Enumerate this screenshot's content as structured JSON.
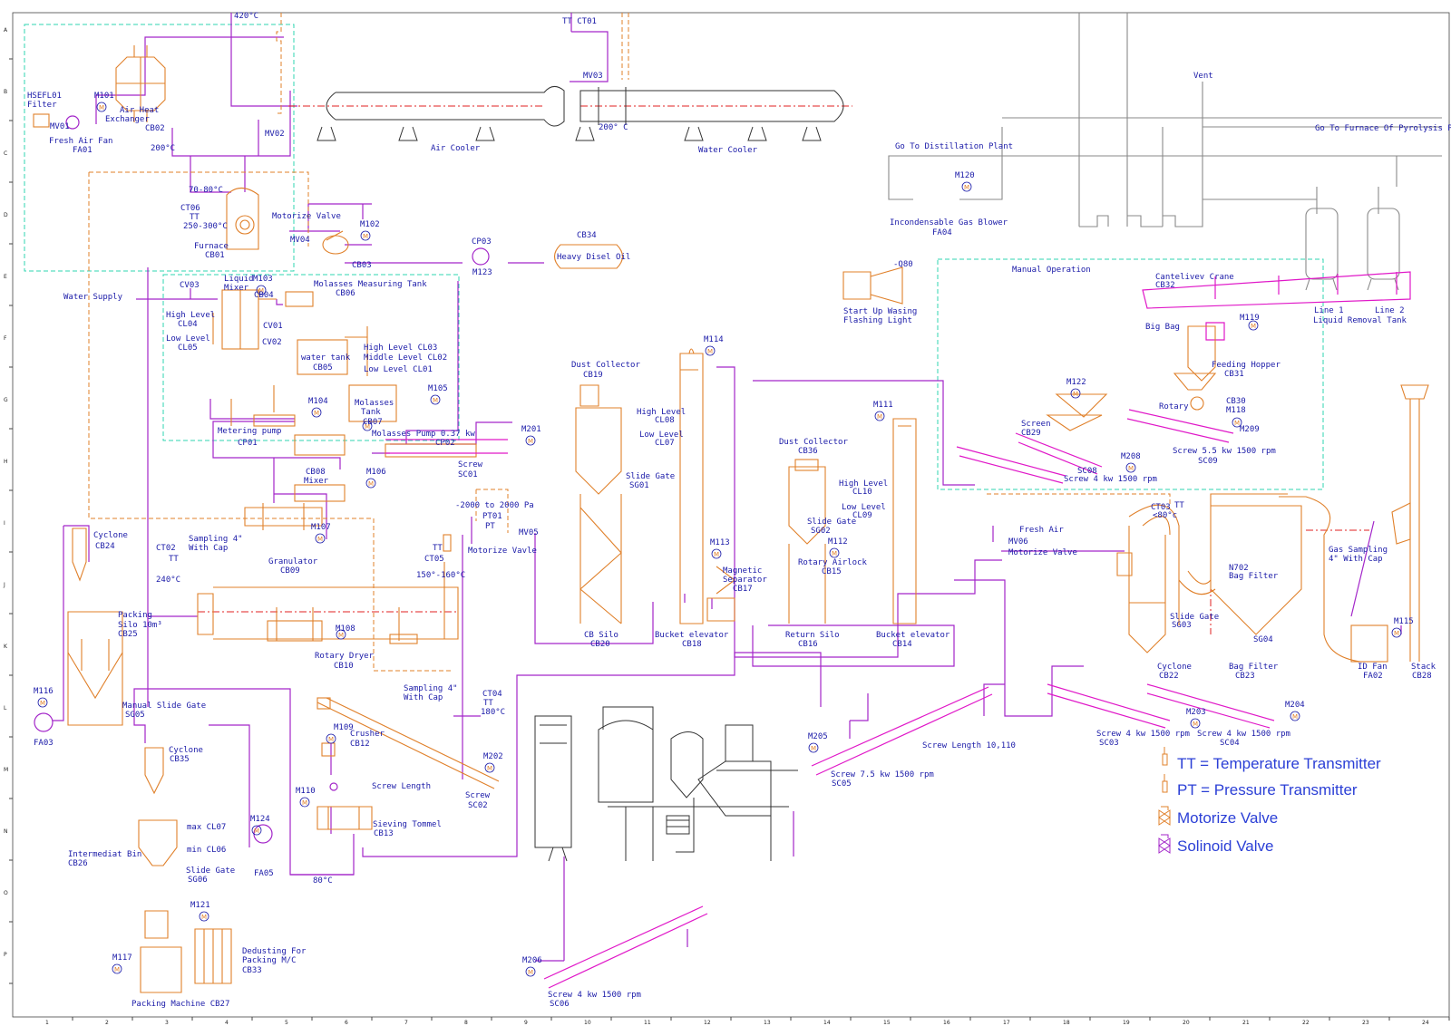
{
  "colors": {
    "process_line": "#a326c9",
    "equipment": "#e0802a",
    "gas_line": "#8a8a8a",
    "screw": "#e018c8",
    "group_boundary": "#2fd6b0",
    "label": "#1a1aa8",
    "legend": "#2b3fd6"
  },
  "ruler": {
    "rows": [
      "A",
      "B",
      "C",
      "D",
      "E",
      "F",
      "G",
      "H",
      "I",
      "J",
      "K",
      "L",
      "M",
      "N",
      "O",
      "P"
    ],
    "cols": [
      "1",
      "2",
      "3",
      "4",
      "5",
      "6",
      "7",
      "8",
      "9",
      "10",
      "11",
      "12",
      "13",
      "14",
      "15",
      "16",
      "17",
      "18",
      "19",
      "20",
      "21",
      "22",
      "23",
      "24"
    ]
  },
  "legend": {
    "tt": "TT = Temperature Transmitter",
    "pt": "PT = Pressure Transmitter",
    "mv": "Motorize Valve",
    "sv": "Solinoid Valve"
  },
  "labels": [
    {
      "id": "t420",
      "text": "420°C"
    },
    {
      "id": "hsefl",
      "text": "HSEFL01"
    },
    {
      "id": "filter",
      "text": "Filter"
    },
    {
      "id": "mv01",
      "text": "MV01"
    },
    {
      "id": "m101",
      "text": "M101"
    },
    {
      "id": "ahe1",
      "text": "Air Heat"
    },
    {
      "id": "ahe2",
      "text": "Exchanger"
    },
    {
      "id": "cb02",
      "text": "CB02"
    },
    {
      "id": "faf",
      "text": "Fresh Air Fan"
    },
    {
      "id": "fa01",
      "text": "FA01"
    },
    {
      "id": "t200",
      "text": "200°C"
    },
    {
      "id": "mv02",
      "text": "MV02"
    },
    {
      "id": "aircooler",
      "text": "Air Cooler"
    },
    {
      "id": "ttct01",
      "text": "TT CT01"
    },
    {
      "id": "mv03",
      "text": "MV03"
    },
    {
      "id": "t200b",
      "text": "200° C"
    },
    {
      "id": "watercooler",
      "text": "Water Cooler"
    },
    {
      "id": "vent",
      "text": "Vent"
    },
    {
      "id": "gofurnace",
      "text": "Go To Furnace Of Pyrolysis Plant"
    },
    {
      "id": "godist",
      "text": "Go To Distillation Plant"
    },
    {
      "id": "m120",
      "text": "M120"
    },
    {
      "id": "incond",
      "text": "Incondensable Gas Blower"
    },
    {
      "id": "fa04",
      "text": "FA04"
    },
    {
      "id": "t7080",
      "text": "70-80°C"
    },
    {
      "id": "ct06",
      "text": "CT06"
    },
    {
      "id": "tt1",
      "text": "TT"
    },
    {
      "id": "t250",
      "text": "250-300°C"
    },
    {
      "id": "motv",
      "text": "Motorize Valve"
    },
    {
      "id": "mv04",
      "text": "MV04"
    },
    {
      "id": "furnace",
      "text": "Furnace"
    },
    {
      "id": "cb01",
      "text": "CB01"
    },
    {
      "id": "m102",
      "text": "M102"
    },
    {
      "id": "cb03",
      "text": "CB03"
    },
    {
      "id": "cp03",
      "text": "CP03"
    },
    {
      "id": "m123",
      "text": "M123"
    },
    {
      "id": "cb34",
      "text": "CB34"
    },
    {
      "id": "hdo",
      "text": "Heavy Disel Oil"
    },
    {
      "id": "q80",
      "text": "-Q80"
    },
    {
      "id": "startup1",
      "text": "Start Up Wasing"
    },
    {
      "id": "startup2",
      "text": "Flashing Light"
    },
    {
      "id": "manop",
      "text": "Manual Operation"
    },
    {
      "id": "crane",
      "text": "Cantelivev Crane"
    },
    {
      "id": "cb32",
      "text": "CB32"
    },
    {
      "id": "bigbag",
      "text": "Big Bag"
    },
    {
      "id": "m119",
      "text": "M119"
    },
    {
      "id": "line1",
      "text": "Line 1"
    },
    {
      "id": "line2",
      "text": "Line 2"
    },
    {
      "id": "lrt",
      "text": "Liquid Removal Tank"
    },
    {
      "id": "watersup",
      "text": "Water Supply"
    },
    {
      "id": "cv03",
      "text": "CV03"
    },
    {
      "id": "liqmix1",
      "text": "Liquid"
    },
    {
      "id": "liqmix2",
      "text": "Mixer"
    },
    {
      "id": "m103",
      "text": "M103"
    },
    {
      "id": "cb04",
      "text": "CB04"
    },
    {
      "id": "molmeas",
      "text": "Molasses Measuring Tank"
    },
    {
      "id": "cb06",
      "text": "CB06"
    },
    {
      "id": "hl",
      "text": "High Level"
    },
    {
      "id": "cl04",
      "text": "CL04"
    },
    {
      "id": "cv01",
      "text": "CV01"
    },
    {
      "id": "ll",
      "text": "Low Level"
    },
    {
      "id": "cl05",
      "text": "CL05"
    },
    {
      "id": "cv02",
      "text": "CV02"
    },
    {
      "id": "wtank",
      "text": "water tank"
    },
    {
      "id": "cb05",
      "text": "CB05"
    },
    {
      "id": "hl03",
      "text": "High Level CL03"
    },
    {
      "id": "ml02",
      "text": "Middle Level CL02"
    },
    {
      "id": "ll01",
      "text": "Low Level CL01"
    },
    {
      "id": "moltank",
      "text": "Molasses"
    },
    {
      "id": "moltank2",
      "text": "Tank"
    },
    {
      "id": "cb07",
      "text": "CB07"
    },
    {
      "id": "m104",
      "text": "M104"
    },
    {
      "id": "m105",
      "text": "M105"
    },
    {
      "id": "metpump",
      "text": "Metering pump"
    },
    {
      "id": "cp01",
      "text": "CP01"
    },
    {
      "id": "molpump",
      "text": "Molasses Pump 0.37 kw"
    },
    {
      "id": "cp02",
      "text": "CP02"
    },
    {
      "id": "m201",
      "text": "M201"
    },
    {
      "id": "screw",
      "text": "Screw"
    },
    {
      "id": "sc01",
      "text": "SC01"
    },
    {
      "id": "cb08",
      "text": "CB08"
    },
    {
      "id": "mixer",
      "text": "Mixer"
    },
    {
      "id": "m106",
      "text": "M106"
    },
    {
      "id": "dc1",
      "text": "Dust Collector"
    },
    {
      "id": "cb19",
      "text": "CB19"
    },
    {
      "id": "hl08",
      "text": "High Level"
    },
    {
      "id": "cl08",
      "text": "CL08"
    },
    {
      "id": "ll07",
      "text": "Low Level"
    },
    {
      "id": "cl07",
      "text": "CL07"
    },
    {
      "id": "sg1",
      "text": "Slide Gate"
    },
    {
      "id": "sg01",
      "text": "SG01"
    },
    {
      "id": "m114",
      "text": "M114"
    },
    {
      "id": "m111",
      "text": "M111"
    },
    {
      "id": "dc2",
      "text": "Dust Collector"
    },
    {
      "id": "cb36",
      "text": "CB36"
    },
    {
      "id": "hl10",
      "text": "High Level"
    },
    {
      "id": "cl10",
      "text": "CL10"
    },
    {
      "id": "ll09",
      "text": "Low Level"
    },
    {
      "id": "cl09",
      "text": "CL09"
    },
    {
      "id": "sg2",
      "text": "Slide Gate"
    },
    {
      "id": "sg02",
      "text": "SG02"
    },
    {
      "id": "m112",
      "text": "M112"
    },
    {
      "id": "ral",
      "text": "Rotary Airlock"
    },
    {
      "id": "cb15",
      "text": "CB15"
    },
    {
      "id": "m122",
      "text": "M122"
    },
    {
      "id": "screen",
      "text": "Screen"
    },
    {
      "id": "cb29",
      "text": "CB29"
    },
    {
      "id": "fh",
      "text": "Feeding Hopper"
    },
    {
      "id": "cb31",
      "text": "CB31"
    },
    {
      "id": "rotary",
      "text": "Rotary"
    },
    {
      "id": "cb30",
      "text": "CB30"
    },
    {
      "id": "m118",
      "text": "M118"
    },
    {
      "id": "m209",
      "text": "M209"
    },
    {
      "id": "sc09t",
      "text": "Screw 5.5 kw 1500 rpm"
    },
    {
      "id": "sc09",
      "text": "SC09"
    },
    {
      "id": "m208",
      "text": "M208"
    },
    {
      "id": "sc08",
      "text": "SC08"
    },
    {
      "id": "sc08t",
      "text": "Screw 4 kw 1500 rpm"
    },
    {
      "id": "cyc1",
      "text": "Cyclone"
    },
    {
      "id": "cb24",
      "text": "CB24"
    },
    {
      "id": "samp1",
      "text": "Sampling 4\""
    },
    {
      "id": "samp1b",
      "text": "With Cap"
    },
    {
      "id": "m107",
      "text": "M107"
    },
    {
      "id": "gran",
      "text": "Granulator"
    },
    {
      "id": "cb09",
      "text": "CB09"
    },
    {
      "id": "range",
      "text": "-2000 to 2000 Pa"
    },
    {
      "id": "pt01",
      "text": "PT01"
    },
    {
      "id": "pt",
      "text": "PT"
    },
    {
      "id": "mv05",
      "text": "MV05"
    },
    {
      "id": "tt2",
      "text": "TT"
    },
    {
      "id": "ct05",
      "text": "CT05"
    },
    {
      "id": "motv2",
      "text": "Motorize Vavle"
    },
    {
      "id": "t150",
      "text": "150°-160°C"
    },
    {
      "id": "ct02",
      "text": "CT02"
    },
    {
      "id": "tt3",
      "text": "TT"
    },
    {
      "id": "t240",
      "text": "240°C"
    },
    {
      "id": "freshair",
      "text": "Fresh Air"
    },
    {
      "id": "mv06",
      "text": "MV06"
    },
    {
      "id": "motv3",
      "text": "Motorize Valve"
    },
    {
      "id": "ct03",
      "text": "CT03"
    },
    {
      "id": "tt4",
      "text": "TT"
    },
    {
      "id": "t80",
      "text": "<80°c"
    },
    {
      "id": "gas1",
      "text": "Gas Sampling"
    },
    {
      "id": "gas2",
      "text": "4\" With Cap"
    },
    {
      "id": "m113",
      "text": "M113"
    },
    {
      "id": "magsep1",
      "text": "Magnetic"
    },
    {
      "id": "magsep2",
      "text": "Separator"
    },
    {
      "id": "cb17",
      "text": "CB17"
    },
    {
      "id": "n702",
      "text": "N702"
    },
    {
      "id": "bagf",
      "text": "Bag Filter"
    },
    {
      "id": "sgc",
      "text": "Slide Gate"
    },
    {
      "id": "sg03",
      "text": "SG03"
    },
    {
      "id": "sg04",
      "text": "SG04"
    },
    {
      "id": "packsilo1",
      "text": "Packing"
    },
    {
      "id": "packsilo2",
      "text": "Silo 10m³"
    },
    {
      "id": "cb25",
      "text": "CB25"
    },
    {
      "id": "m108",
      "text": "M108"
    },
    {
      "id": "cbsilo",
      "text": "CB Silo"
    },
    {
      "id": "cb20",
      "text": "CB20"
    },
    {
      "id": "be1",
      "text": "Bucket elevator"
    },
    {
      "id": "cb18",
      "text": "CB18"
    },
    {
      "id": "rsilo",
      "text": "Return Silo"
    },
    {
      "id": "cb16",
      "text": "CB16"
    },
    {
      "id": "be2",
      "text": "Bucket elevator"
    },
    {
      "id": "cb14",
      "text": "CB14"
    },
    {
      "id": "m115",
      "text": "M115"
    },
    {
      "id": "rdryer",
      "text": "Rotary Dryer"
    },
    {
      "id": "cb10",
      "text": "CB10"
    },
    {
      "id": "cyc22",
      "text": "Cyclone"
    },
    {
      "id": "cb22",
      "text": "CB22"
    },
    {
      "id": "bagf2",
      "text": "Bag Filter"
    },
    {
      "id": "cb23",
      "text": "CB23"
    },
    {
      "id": "idfan",
      "text": "ID Fan"
    },
    {
      "id": "fa02",
      "text": "FA02"
    },
    {
      "id": "stack",
      "text": "Stack"
    },
    {
      "id": "cb28",
      "text": "CB28"
    },
    {
      "id": "m116",
      "text": "M116"
    },
    {
      "id": "msg",
      "text": "Manual Slide Gate"
    },
    {
      "id": "sg05",
      "text": "SG05"
    },
    {
      "id": "samp2",
      "text": "Sampling 4\""
    },
    {
      "id": "samp2b",
      "text": "With Cap"
    },
    {
      "id": "ct04",
      "text": "CT04"
    },
    {
      "id": "tt5",
      "text": "TT"
    },
    {
      "id": "t180",
      "text": "180°C"
    },
    {
      "id": "fa03",
      "text": "FA03"
    },
    {
      "id": "m109",
      "text": "M109"
    },
    {
      "id": "crusher",
      "text": "Crusher"
    },
    {
      "id": "cb12",
      "text": "CB12"
    },
    {
      "id": "m205",
      "text": "M205"
    },
    {
      "id": "screwlen",
      "text": "Screw Length 10,110"
    },
    {
      "id": "sc05t",
      "text": "Screw 7.5 kw 1500 rpm"
    },
    {
      "id": "sc05",
      "text": "SC05"
    },
    {
      "id": "m203",
      "text": "M203"
    },
    {
      "id": "m204",
      "text": "M204"
    },
    {
      "id": "sc03t",
      "text": "Screw 4 kw 1500 rpm"
    },
    {
      "id": "sc03",
      "text": "SC03"
    },
    {
      "id": "sc04t",
      "text": "Screw 4 kw 1500 rpm"
    },
    {
      "id": "sc04",
      "text": "SC04"
    },
    {
      "id": "cyc35",
      "text": "Cyclone"
    },
    {
      "id": "cb35",
      "text": "CB35"
    },
    {
      "id": "m202",
      "text": "M202"
    },
    {
      "id": "screwlen2",
      "text": "Screw Length"
    },
    {
      "id": "screw2",
      "text": "Screw"
    },
    {
      "id": "sc02",
      "text": "SC02"
    },
    {
      "id": "m110",
      "text": "M110"
    },
    {
      "id": "sieve",
      "text": "Sieving Tommel"
    },
    {
      "id": "cb13",
      "text": "CB13"
    },
    {
      "id": "m124",
      "text": "M124"
    },
    {
      "id": "fa05",
      "text": "FA05"
    },
    {
      "id": "t80b",
      "text": "80°C"
    },
    {
      "id": "max",
      "text": "max CL07"
    },
    {
      "id": "min",
      "text": "min CL06"
    },
    {
      "id": "ibin",
      "text": "Intermediat Bin"
    },
    {
      "id": "cb26",
      "text": "CB26"
    },
    {
      "id": "sg3",
      "text": "Slide Gate"
    },
    {
      "id": "sg06",
      "text": "SG06"
    },
    {
      "id": "m121",
      "text": "M121"
    },
    {
      "id": "m117",
      "text": "M117"
    },
    {
      "id": "dedust1",
      "text": "Dedusting For"
    },
    {
      "id": "dedust2",
      "text": "Packing M/C"
    },
    {
      "id": "cb33",
      "text": "CB33"
    },
    {
      "id": "packmc",
      "text": "Packing Machine CB27"
    },
    {
      "id": "m206",
      "text": "M206"
    },
    {
      "id": "sc06t",
      "text": "Screw 4 kw 1500 rpm"
    },
    {
      "id": "sc06",
      "text": "SC06"
    }
  ]
}
